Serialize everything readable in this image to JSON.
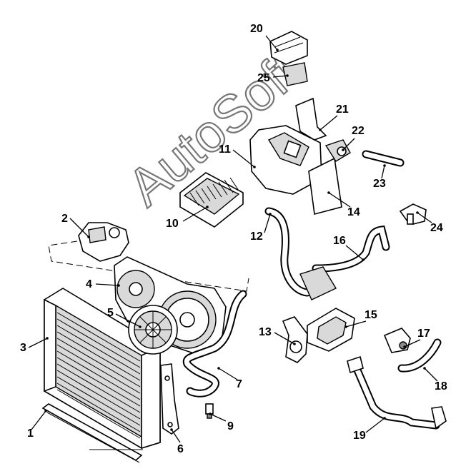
{
  "diagram": {
    "watermark": "AutoSoft",
    "callouts": [
      "1",
      "2",
      "3",
      "4",
      "5",
      "6",
      "7",
      "9",
      "10",
      "11",
      "12",
      "13",
      "14",
      "15",
      "16",
      "17",
      "18",
      "19",
      "20",
      "21",
      "22",
      "23",
      "24",
      "25"
    ]
  }
}
